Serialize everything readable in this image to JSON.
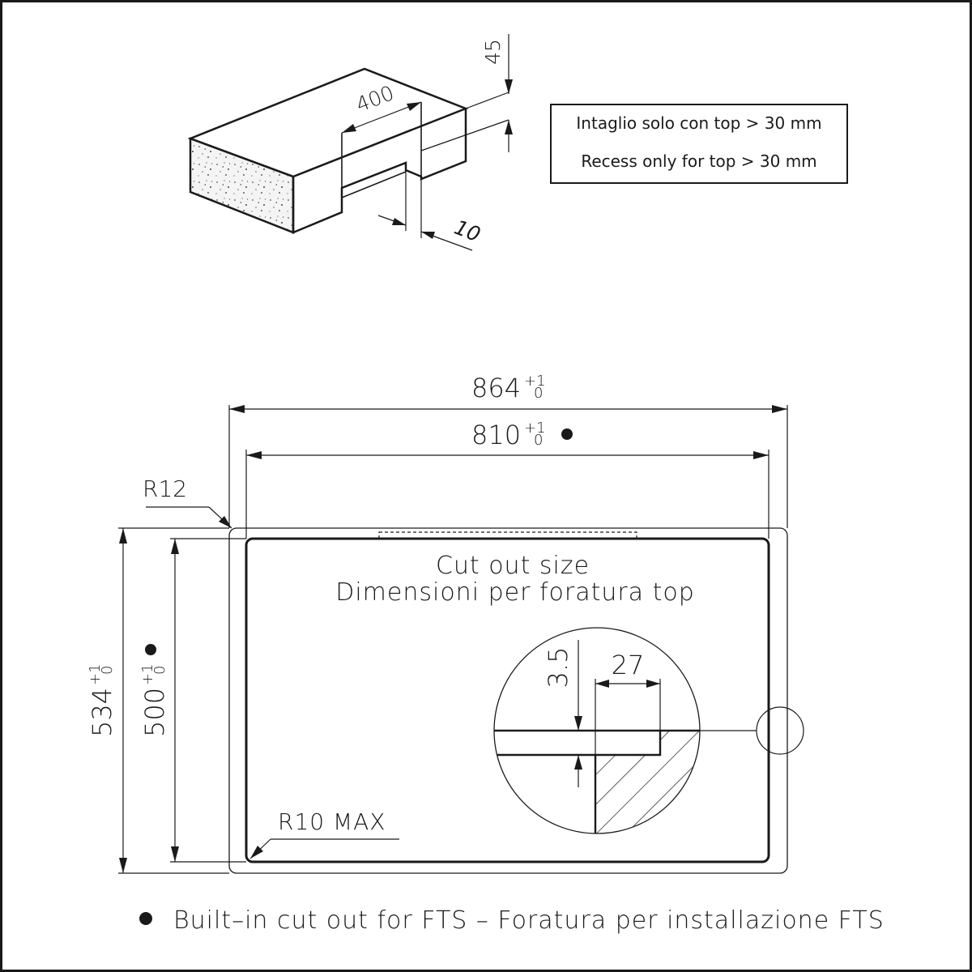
{
  "note_box": {
    "line_it": "Intaglio solo con top > 30 mm",
    "line_en": "Recess only for top > 30 mm"
  },
  "iso_view": {
    "dim_width": "400",
    "dim_depth": "45",
    "dim_offset": "10"
  },
  "plan": {
    "outer_width": {
      "base": "864",
      "tol_plus": "+1",
      "tol_minus": "0"
    },
    "cut_width": {
      "base": "810",
      "tol_plus": "+1",
      "tol_minus": "0"
    },
    "outer_height": {
      "base": "534",
      "tol_plus": "+1",
      "tol_minus": "0"
    },
    "cut_height": {
      "base": "500",
      "tol_plus": "+1",
      "tol_minus": "0"
    },
    "radius_outer": "R12",
    "radius_inner": "R10 MAX",
    "center_title_en": "Cut out size",
    "center_title_it": "Dimensioni per foratura top"
  },
  "detail": {
    "dim_depth": "3.5",
    "dim_width": "27"
  },
  "legend": {
    "text": "Built–in cut out for FTS – Foratura per installazione FTS"
  }
}
